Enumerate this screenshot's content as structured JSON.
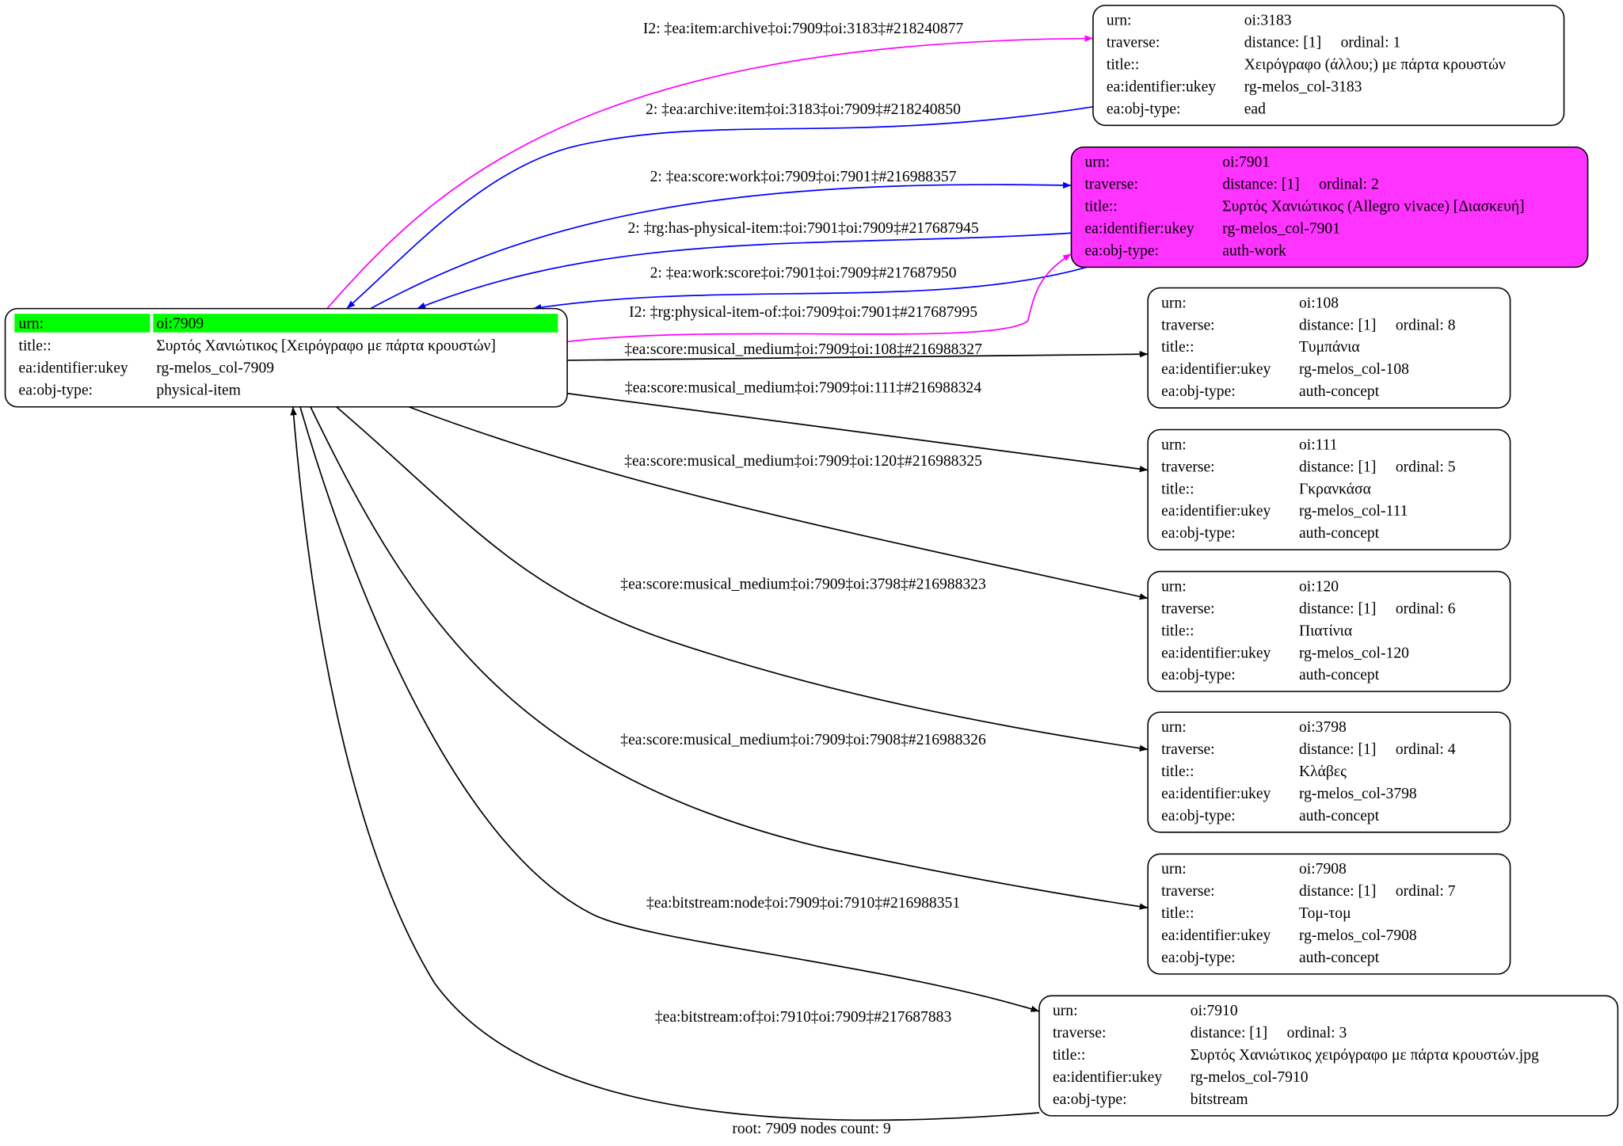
{
  "colors": {
    "root_highlight": "#00ff00",
    "work_fill": "#ff33ff",
    "magenta_edge": "#ff00ff",
    "blue_edge": "#0000ff",
    "black_edge": "#000000"
  },
  "nodes": [
    {
      "id": "n3183",
      "fill": "#ffffff",
      "rows": [
        [
          "urn:",
          "oi:3183"
        ],
        [
          "traverse:",
          "distance: [1]     ordinal: 1"
        ],
        [
          "title::",
          "Χειρόγραφο (άλλου;) με πάρτα κρουστών"
        ],
        [
          "ea:identifier:ukey",
          "rg-melos_col-3183"
        ],
        [
          "ea:obj-type:",
          "ead"
        ]
      ]
    },
    {
      "id": "n7901",
      "fill": "#ff33ff",
      "rows": [
        [
          "urn:",
          "oi:7901"
        ],
        [
          "traverse:",
          "distance: [1]     ordinal: 2"
        ],
        [
          "title::",
          "Συρτός Χανιώτικος (Allegro vivace) [Διασκευή]"
        ],
        [
          "ea:identifier:ukey",
          "rg-melos_col-7901"
        ],
        [
          "ea:obj-type:",
          "auth-work"
        ]
      ]
    },
    {
      "id": "n7909",
      "fill": "#ffffff",
      "rows": [
        [
          "urn:",
          "oi:7909"
        ],
        [
          "title::",
          "Συρτός Χανιώτικος [Χειρόγραφο με πάρτα κρουστών]"
        ],
        [
          "ea:identifier:ukey",
          "rg-melos_col-7909"
        ],
        [
          "ea:obj-type:",
          "physical-item"
        ]
      ]
    },
    {
      "id": "n108",
      "fill": "#ffffff",
      "rows": [
        [
          "urn:",
          "oi:108"
        ],
        [
          "traverse:",
          "distance: [1]     ordinal: 8"
        ],
        [
          "title::",
          "Τυμπάνια"
        ],
        [
          "ea:identifier:ukey",
          "rg-melos_col-108"
        ],
        [
          "ea:obj-type:",
          "auth-concept"
        ]
      ]
    },
    {
      "id": "n111",
      "fill": "#ffffff",
      "rows": [
        [
          "urn:",
          "oi:111"
        ],
        [
          "traverse:",
          "distance: [1]     ordinal: 5"
        ],
        [
          "title::",
          "Γκρανκάσα"
        ],
        [
          "ea:identifier:ukey",
          "rg-melos_col-111"
        ],
        [
          "ea:obj-type:",
          "auth-concept"
        ]
      ]
    },
    {
      "id": "n120",
      "fill": "#ffffff",
      "rows": [
        [
          "urn:",
          "oi:120"
        ],
        [
          "traverse:",
          "distance: [1]     ordinal: 6"
        ],
        [
          "title::",
          "Πιατίνια"
        ],
        [
          "ea:identifier:ukey",
          "rg-melos_col-120"
        ],
        [
          "ea:obj-type:",
          "auth-concept"
        ]
      ]
    },
    {
      "id": "n3798",
      "fill": "#ffffff",
      "rows": [
        [
          "urn:",
          "oi:3798"
        ],
        [
          "traverse:",
          "distance: [1]     ordinal: 4"
        ],
        [
          "title::",
          "Κλάβες"
        ],
        [
          "ea:identifier:ukey",
          "rg-melos_col-3798"
        ],
        [
          "ea:obj-type:",
          "auth-concept"
        ]
      ]
    },
    {
      "id": "n7908",
      "fill": "#ffffff",
      "rows": [
        [
          "urn:",
          "oi:7908"
        ],
        [
          "traverse:",
          "distance: [1]     ordinal: 7"
        ],
        [
          "title::",
          "Τομ-τομ"
        ],
        [
          "ea:identifier:ukey",
          "rg-melos_col-7908"
        ],
        [
          "ea:obj-type:",
          "auth-concept"
        ]
      ]
    },
    {
      "id": "n7910",
      "fill": "#ffffff",
      "rows": [
        [
          "urn:",
          "oi:7910"
        ],
        [
          "traverse:",
          "distance: [1]     ordinal: 3"
        ],
        [
          "title::",
          "Συρτός Χανιώτικος χειρόγραφο με πάρτα κρουστών.jpg"
        ],
        [
          "ea:identifier:ukey",
          "rg-melos_col-7910"
        ],
        [
          "ea:obj-type:",
          "bitstream"
        ]
      ]
    }
  ],
  "edges": [
    "I2: ‡ea:item:archive‡oi:7909‡oi:3183‡#218240877",
    "2: ‡ea:archive:item‡oi:3183‡oi:7909‡#218240850",
    "2: ‡ea:score:work‡oi:7909‡oi:7901‡#216988357",
    "2: ‡rg:has-physical-item:‡oi:7901‡oi:7909‡#217687945",
    "2: ‡ea:work:score‡oi:7901‡oi:7909‡#217687950",
    "I2: ‡rg:physical-item-of:‡oi:7909‡oi:7901‡#217687995",
    "‡ea:score:musical_medium‡oi:7909‡oi:108‡#216988327",
    "‡ea:score:musical_medium‡oi:7909‡oi:111‡#216988324",
    "‡ea:score:musical_medium‡oi:7909‡oi:120‡#216988325",
    "‡ea:score:musical_medium‡oi:7909‡oi:3798‡#216988323",
    "‡ea:score:musical_medium‡oi:7909‡oi:7908‡#216988326",
    "‡ea:bitstream:node‡oi:7909‡oi:7910‡#216988351",
    "‡ea:bitstream:of‡oi:7910‡oi:7909‡#217687883"
  ],
  "footer": "root: 7909 nodes count: 9"
}
